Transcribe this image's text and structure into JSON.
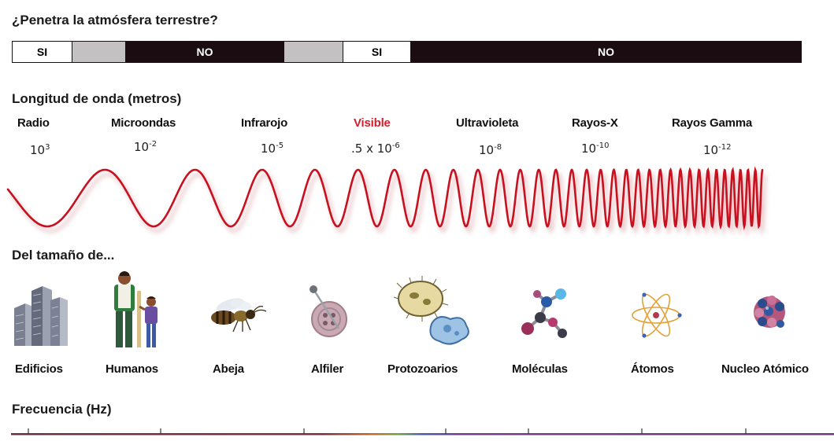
{
  "atmosphere": {
    "title": "¿Penetra la atmósfera terrestre?",
    "segments": [
      {
        "label": "SI",
        "style": "white"
      },
      {
        "label": "",
        "style": "gray"
      },
      {
        "label": "NO",
        "style": "black"
      },
      {
        "label": "",
        "style": "gray"
      },
      {
        "label": "SI",
        "style": "white"
      },
      {
        "label": "NO",
        "style": "black"
      }
    ]
  },
  "wavelength": {
    "title": "Longitud de onda (metros)",
    "bands": [
      {
        "name": "Radio",
        "base": "10",
        "exp": "3",
        "highlight": false
      },
      {
        "name": "Microondas",
        "base": "10",
        "exp": "-2",
        "highlight": false
      },
      {
        "name": "Infrarojo",
        "base": "10",
        "exp": "-5",
        "highlight": false
      },
      {
        "name": "Visible",
        "base": ".5 x 10",
        "exp": "-6",
        "highlight": true
      },
      {
        "name": "Ultravioleta",
        "base": "10",
        "exp": "-8",
        "highlight": false
      },
      {
        "name": "Rayos-X",
        "base": "10",
        "exp": "-10",
        "highlight": false
      },
      {
        "name": "Rayos Gamma",
        "base": "10",
        "exp": "-12",
        "highlight": false
      }
    ]
  },
  "size": {
    "title": "Del tamaño de...",
    "items": [
      {
        "label": "Edificios",
        "icon": "buildings-icon"
      },
      {
        "label": "Humanos",
        "icon": "humans-icon"
      },
      {
        "label": "Abeja",
        "icon": "bee-icon"
      },
      {
        "label": "Alfiler",
        "icon": "pin-icon"
      },
      {
        "label": "Protozoarios",
        "icon": "protozoa-icon"
      },
      {
        "label": "Moléculas",
        "icon": "molecule-icon"
      },
      {
        "label": "Átomos",
        "icon": "atom-icon"
      },
      {
        "label": "Nucleo Atómico",
        "icon": "nucleus-icon"
      }
    ]
  },
  "frequency": {
    "title": "Frecuencia (Hz)"
  },
  "colors": {
    "wave": "#c8101f",
    "visible": "#d21f2a",
    "bar_black": "#1a0c11",
    "bar_gray": "#c4c1c3"
  }
}
